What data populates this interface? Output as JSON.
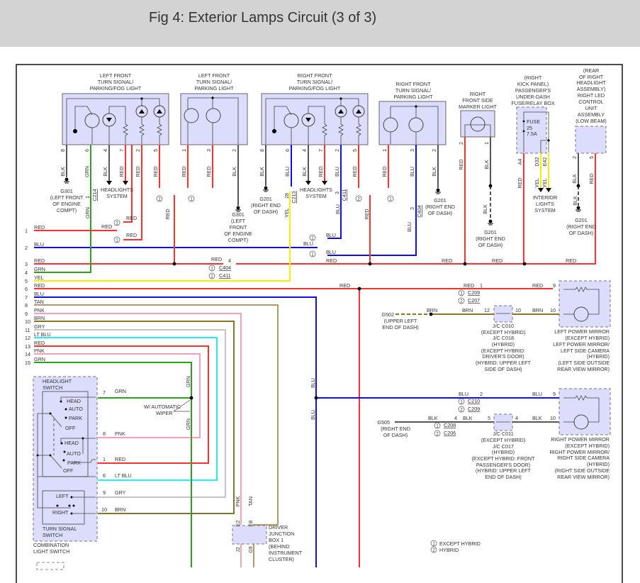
{
  "header": {
    "title": "Fig 4: Exterior Lamps Circuit (3 of 3)"
  },
  "colors": {
    "RED": "#ff3030",
    "BLU": "#1010e0",
    "GRN": "#2aa21a",
    "YEL": "#f5f000",
    "BLK": "#555555",
    "TAN": "#b09a6a",
    "PNK": "#f5a0b4",
    "BRN": "#8b7326",
    "GRY": "#c4c4c4",
    "LTBLU": "#20f0f5",
    "component_fill": "#dcdcfc",
    "component_border": "#666666"
  },
  "components": {
    "lf_fog": {
      "label": [
        "LEFT FRONT",
        "TURN SIGNAL/",
        "PARKING/FOG LIGHT"
      ],
      "pins": [
        "8",
        "6",
        "4",
        "7",
        "2",
        "5"
      ],
      "wires": [
        "BLK",
        "GRN",
        "BLK",
        "RED",
        "RED",
        "RED"
      ]
    },
    "lf_park": {
      "label": [
        "LEFT FRONT",
        "TURN SIGNAL/",
        "PARKING LIGHT"
      ],
      "pins": [
        "1",
        "3",
        "2"
      ],
      "wires": [
        "RED",
        "RED",
        "BLK"
      ]
    },
    "rf_fog": {
      "label": [
        "RIGHT FRONT",
        "TURN SIGNAL/",
        "PARKING/FOG LIGHT"
      ],
      "pins": [
        "8",
        "6",
        "4",
        "7",
        "2",
        "5"
      ],
      "wires": [
        "BLK",
        "BLU",
        "BLK",
        "RED",
        "BLU",
        "RED"
      ]
    },
    "rf_park": {
      "label": [
        "RIGHT FRONT",
        "TURN SIGNAL/",
        "PARKING LIGHT"
      ],
      "pins": [
        "1",
        "3",
        "2"
      ],
      "wires": [
        "RED",
        "BLU",
        "BLK"
      ]
    },
    "rf_marker": {
      "label": [
        "RIGHT",
        "FRONT SIDE",
        "MARKER LIGHT"
      ],
      "pins": [
        "2",
        "1"
      ],
      "wires": [
        "RED",
        "BLK"
      ]
    },
    "fuse_box": {
      "label": [
        "(RIGHT",
        "KICK PANEL)",
        "PASSENGER'S",
        "UNDER-DASH",
        "FUSE/RELAY BOX"
      ],
      "fuse": [
        "FUSE",
        "25",
        "7.5A"
      ],
      "pins": [
        "A4",
        "D32",
        "E42"
      ],
      "wires": [
        "RED",
        "YEL",
        "YEL"
      ]
    },
    "led_unit": {
      "label": [
        "(REAR",
        "OF RIGHT",
        "HEADLIGHT",
        "ASSEMBLY)",
        "RIGHT LED",
        "CONTROL",
        "UNIT",
        "ASSEMBLY",
        "(LOW BEAM)"
      ],
      "pins": [
        "2",
        "5"
      ],
      "wires": [
        "BLK",
        "RED"
      ]
    },
    "headlight_switch": {
      "label": [
        "HEADLIGHT",
        "SWITCH"
      ],
      "positions_a": [
        "HEAD",
        "AUTO",
        "PARK",
        "OFF"
      ],
      "positions_b": [
        "HEAD",
        "AUTO",
        "PARK",
        "OFF"
      ]
    },
    "turn_switch": {
      "label": [
        "TURN SIGNAL",
        "SWITCH"
      ],
      "positions": [
        "LEFT",
        "RIGHT"
      ]
    },
    "combo_switch": {
      "label": [
        "COMBINATION",
        "LIGHT SWITCH"
      ]
    },
    "switch_pins": [
      {
        "pin": "7",
        "wire": "GRN"
      },
      {
        "pin": "8",
        "wire": "PNK"
      },
      {
        "pin": "1",
        "wire": "RED"
      },
      {
        "pin": "6",
        "wire": "LT BLU"
      },
      {
        "pin": "9",
        "wire": "GRY"
      },
      {
        "pin": "10",
        "wire": "BRN"
      }
    ],
    "wiper_note": [
      "W/ AUTOMATIC",
      "WIPER"
    ],
    "junction_box": {
      "label": [
        "DRIVER",
        "JUNCTION",
        "BOX 1",
        "(BEHIND",
        "INSTRUMENT",
        "CLUSTER)"
      ],
      "pins_top": [
        "E2",
        "E8"
      ],
      "pins_bottom": [
        "J2",
        "G9"
      ],
      "wires": [
        "PNK",
        "TAN"
      ]
    },
    "left_mirror": {
      "label": [
        "LEFT POWER MIRROR",
        "(EXCEPT HYBRID)",
        "LEFT POWER MIRROR/",
        "LEFT SIDE CAMERA",
        "(HYBRID)",
        "(LEFT SIDE OUTSIDE",
        "REAR VIEW MIRROR)"
      ],
      "pins": [
        "9",
        "10"
      ]
    },
    "right_mirror": {
      "label": [
        "RIGHT POWER MIRROR",
        "(EXCEPT HYBRID)",
        "RIGHT POWER MIRROR/",
        "RIGHT SIDE CAMERA",
        "(HYBRID)",
        "(RIGHT SIDE OUTSIDE",
        "REAR VIEW MIRROR)"
      ],
      "pins": [
        "9",
        "10"
      ]
    },
    "jc_left": {
      "label": [
        "J/C C010",
        "(EXCEPT HYBRID)",
        "J/C C018",
        "(HYBRID)",
        "(EXCEPT HYBRID:",
        "DRIVER'S DOOR)",
        "(HYBRID: UPPER LEFT",
        "SIDE OF DASH)"
      ],
      "pins": [
        "12",
        "10"
      ]
    },
    "jc_right": {
      "label": [
        "J/C C011",
        "(EXCEPT HYBRID)",
        "J/C C017",
        "(HYBRID)",
        "(EXCEPT HYBRID: FRONT",
        "PASSENGER'S DOOR)",
        "(HYBRID: UPPER LEFT",
        "END OF DASH)"
      ],
      "pins": [
        "5",
        "4"
      ]
    }
  },
  "grounds": {
    "g301_a": [
      "G301",
      "(LEFT FRONT",
      "OF ENGINE",
      "COMPT)"
    ],
    "g301_b": [
      "G301",
      "(LEFT",
      "FRONT",
      "OF ENGINE",
      "COMPT)"
    ],
    "g201_a": [
      "G201",
      "(RIGHT END",
      "OF DASH)"
    ],
    "g201_b": [
      "G201",
      "(RIGHT END",
      "OF DASH)"
    ],
    "g201_c": [
      "G201",
      "(RIGHT END",
      "OF DASH)"
    ],
    "g201_d": [
      "G201",
      "(RIGHT END",
      "OF DASH)"
    ],
    "g502": [
      "G502",
      "(UPPER LEFT",
      "END OF DASH)"
    ],
    "g505": [
      "G505",
      "(RIGHT END",
      "OF DASH)"
    ]
  },
  "headlights_system": [
    "HEADLIGHTS",
    "SYSTEM"
  ],
  "interior_lights": [
    "INTERIOR",
    "LIGHTS",
    "SYSTEM"
  ],
  "bus": {
    "numbers": [
      "1",
      "2",
      "3",
      "4",
      "5",
      "6",
      "7",
      "8",
      "9",
      "10",
      "11",
      "12",
      "13",
      "14",
      "15"
    ],
    "colors": [
      "RED",
      "BLU",
      "RED",
      "GRN",
      "YEL",
      "RED",
      "BLU",
      "TAN",
      "PNK",
      "BRN",
      "GRY",
      "LT BLU",
      "RED",
      "PNK",
      "GRN"
    ]
  },
  "connectors": {
    "c214": "C214",
    "c213": "C213",
    "c411": "C411",
    "c404": "C404",
    "c404_top": "C404",
    "c411_top": "C411",
    "c209_red": "C209",
    "c207": "C207",
    "c210": "C210",
    "c209_blu": "C209",
    "c208": "C208",
    "c206": "C206",
    "pin_c214": "1",
    "pin_c213": "28",
    "pin_c411": "3",
    "pin_c404": "3",
    "pin_red_4": "4",
    "pin_red_1": "1",
    "pin_blu_2": "2",
    "pin_blk_4": "4"
  },
  "wire_labels": {
    "red": "RED",
    "blu": "BLU",
    "grn": "GRN",
    "yel": "YEL",
    "blk": "BLK",
    "brn": "BRN",
    "pnk": "PNK",
    "tan": "TAN",
    "gry": "GRY",
    "ltblu": "LT BLU"
  },
  "branch_markers": {
    "one": "1",
    "two": "2"
  },
  "legend": [
    {
      "marker": "1",
      "text": "EXCEPT HYBRID"
    },
    {
      "marker": "2",
      "text": "HYBRID"
    }
  ]
}
